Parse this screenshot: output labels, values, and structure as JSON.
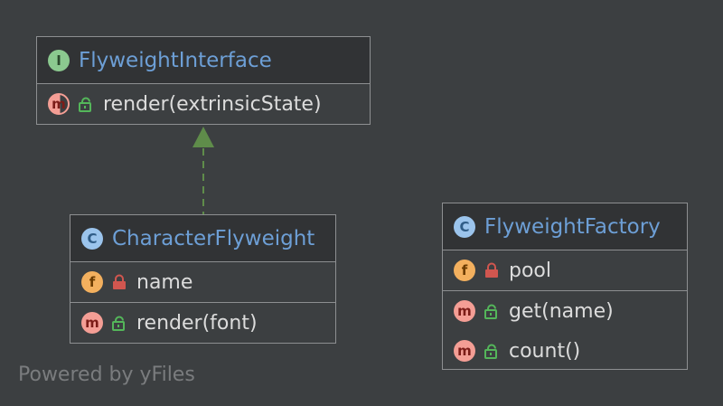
{
  "diagram": {
    "classes": [
      {
        "name": "FlyweightInterface",
        "kind": "interface",
        "kind_letter": "I",
        "fields": [],
        "methods": [
          {
            "text": "render(extrinsicState)",
            "kind_letter": "m",
            "visibility": "public",
            "abstract": true
          }
        ]
      },
      {
        "name": "CharacterFlyweight",
        "kind": "class",
        "kind_letter": "C",
        "fields": [
          {
            "text": "name",
            "kind_letter": "f",
            "visibility": "private"
          }
        ],
        "methods": [
          {
            "text": "render(font)",
            "kind_letter": "m",
            "visibility": "public"
          }
        ]
      },
      {
        "name": "FlyweightFactory",
        "kind": "class",
        "kind_letter": "C",
        "fields": [
          {
            "text": "pool",
            "kind_letter": "f",
            "visibility": "private"
          }
        ],
        "methods": [
          {
            "text": "get(name)",
            "kind_letter": "m",
            "visibility": "public"
          },
          {
            "text": "count()",
            "kind_letter": "m",
            "visibility": "public"
          }
        ]
      }
    ],
    "relations": [
      {
        "from": "CharacterFlyweight",
        "to": "FlyweightInterface",
        "type": "implements"
      }
    ]
  },
  "colors": {
    "background": "#3c3f41",
    "class_name": "#6d9fd6",
    "member_text": "#dcdcdc",
    "border": "#8d8f91",
    "implements_arrow": "#5f8c4a",
    "public_lock": "#54b65a",
    "private_lock": "#d0564f"
  },
  "footer": {
    "watermark": "Powered by yFiles"
  }
}
